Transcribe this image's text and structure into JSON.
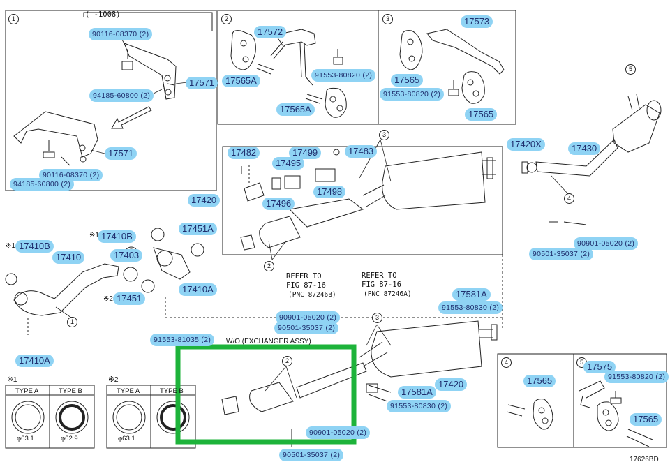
{
  "callouts": [
    {
      "id": "c-90116-08370-top",
      "text": "90116-08370 (2)",
      "small": true
    },
    {
      "id": "c-17571-a",
      "text": "17571"
    },
    {
      "id": "c-94185-60800-top",
      "text": "94185-60800 (2)",
      "small": true
    },
    {
      "id": "c-17571-b",
      "text": "17571"
    },
    {
      "id": "c-90116-08370-bot",
      "text": "90116-08370 (2)",
      "small": true
    },
    {
      "id": "c-94185-60800-bot",
      "text": "94185-60800 (2)",
      "small": true
    },
    {
      "id": "c-17572",
      "text": "17572"
    },
    {
      "id": "c-17565A-a",
      "text": "17565A"
    },
    {
      "id": "c-91553-80820-p2",
      "text": "91553-80820 (2)",
      "small": true
    },
    {
      "id": "c-17565A-b",
      "text": "17565A"
    },
    {
      "id": "c-17573",
      "text": "17573"
    },
    {
      "id": "c-17565-p3a",
      "text": "17565"
    },
    {
      "id": "c-91553-80820-p3",
      "text": "91553-80820 (2)",
      "small": true
    },
    {
      "id": "c-17565-p3b",
      "text": "17565"
    },
    {
      "id": "c-17482",
      "text": "17482"
    },
    {
      "id": "c-17499",
      "text": "17499"
    },
    {
      "id": "c-17483",
      "text": "17483"
    },
    {
      "id": "c-17495",
      "text": "17495"
    },
    {
      "id": "c-17498",
      "text": "17498"
    },
    {
      "id": "c-17496",
      "text": "17496"
    },
    {
      "id": "c-17420-main",
      "text": "17420"
    },
    {
      "id": "c-17420X",
      "text": "17420X"
    },
    {
      "id": "c-17430",
      "text": "17430"
    },
    {
      "id": "c-90901-05020-right",
      "text": "90901-05020 (2)",
      "small": true
    },
    {
      "id": "c-90501-35037-right",
      "text": "90501-35037 (2)",
      "small": true
    },
    {
      "id": "c-17410B-a",
      "text": "17410B"
    },
    {
      "id": "c-17410",
      "text": "17410"
    },
    {
      "id": "c-17410A-left",
      "text": "17410A"
    },
    {
      "id": "c-17410B-b",
      "text": "17410B"
    },
    {
      "id": "c-17403",
      "text": "17403"
    },
    {
      "id": "c-17451A",
      "text": "17451A"
    },
    {
      "id": "c-17451",
      "text": "17451"
    },
    {
      "id": "c-17410A-mid",
      "text": "17410A"
    },
    {
      "id": "c-91553-81035",
      "text": "91553-81035 (2)",
      "small": true
    },
    {
      "id": "c-17581A-a",
      "text": "17581A"
    },
    {
      "id": "c-91553-80830-a",
      "text": "91553-80830 (2)",
      "small": true
    },
    {
      "id": "c-90901-05020-mid",
      "text": "90901-05020 (2)",
      "small": true
    },
    {
      "id": "c-90501-35037-mid",
      "text": "90501-35037 (2)",
      "small": true
    },
    {
      "id": "c-17581A-b",
      "text": "17581A"
    },
    {
      "id": "c-17420-lower",
      "text": "17420"
    },
    {
      "id": "c-91553-80830-b",
      "text": "91553-80830 (2)",
      "small": true
    },
    {
      "id": "c-90901-05020-bot",
      "text": "90901-05020 (2)",
      "small": true
    },
    {
      "id": "c-90501-35037-bot",
      "text": "90501-35037 (2)",
      "small": true
    },
    {
      "id": "c-17565-p4",
      "text": "17565"
    },
    {
      "id": "c-17575",
      "text": "17575"
    },
    {
      "id": "c-91553-80820-p5",
      "text": "91553-80820 (2)",
      "small": true
    },
    {
      "id": "c-17565-p5",
      "text": "17565"
    }
  ],
  "labels": {
    "date_range": "(      -1008)",
    "refer_a_1": "REFER TO",
    "refer_a_2": "FIG 87-16",
    "refer_a_3": "(PNC 87246B)",
    "refer_b_1": "REFER TO",
    "refer_b_2": "FIG 87-16",
    "refer_b_3": "(PNC 87246A)",
    "exchanger": "W/O (EXCHANGER ASSY)",
    "note1": "※1",
    "note2": "※2",
    "type_a": "TYPE A",
    "type_b": "TYPE B",
    "dia_a1": "φ63.1",
    "dia_b1": "φ62.9",
    "dia_a2": "φ63.1",
    "fig_code": "17626BD",
    "mark1": "※1",
    "mark1b": "※1",
    "mark2": "※2"
  },
  "bubbles": [
    "1",
    "2",
    "3",
    "4",
    "5"
  ],
  "highlight_color": "#1db33a"
}
